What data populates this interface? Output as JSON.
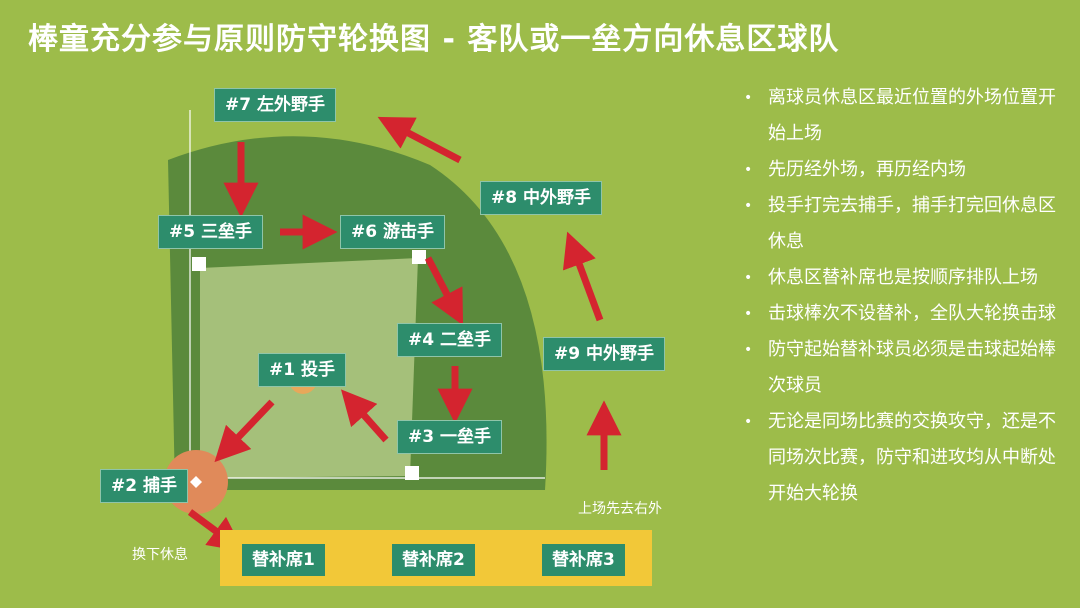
{
  "title": "棒童充分参与原则防守轮换图 - 客队或一垒方向休息区球队",
  "positions": {
    "p7": "#7 左外野手",
    "p5": "#5 三垒手",
    "p6": "#6 游击手",
    "p8": "#8 中外野手",
    "p4": "#4 二垒手",
    "p1": "#1 投手",
    "p9": "#9 中外野手",
    "p3": "#3 一垒手",
    "p2": "#2 捕手"
  },
  "bench": [
    "替补席1",
    "替补席2",
    "替补席3"
  ],
  "notes": {
    "enter": "上场先去右外",
    "exit": "换下休息"
  },
  "rules": [
    "离球员休息区最近位置的外场位置开始上场",
    "先历经外场，再历经内场",
    "投手打完去捕手，捕手打完回休息区休息",
    "休息区替补席也是按顺序排队上场",
    "击球棒次不设替补，全队大轮换击球",
    "防守起始替补球员必须是击球起始棒次球员",
    "无论是同场比赛的交换攻守，还是不同场次比赛，防守和进攻均从中断处开始大轮换"
  ],
  "colors": {
    "background": "#9dbc4a",
    "field": "#5b8a3c",
    "infield": "#a5c07a",
    "label_bg": "#2d8d6c",
    "arrow": "#d4242f",
    "bench_box": "#f2c838"
  }
}
